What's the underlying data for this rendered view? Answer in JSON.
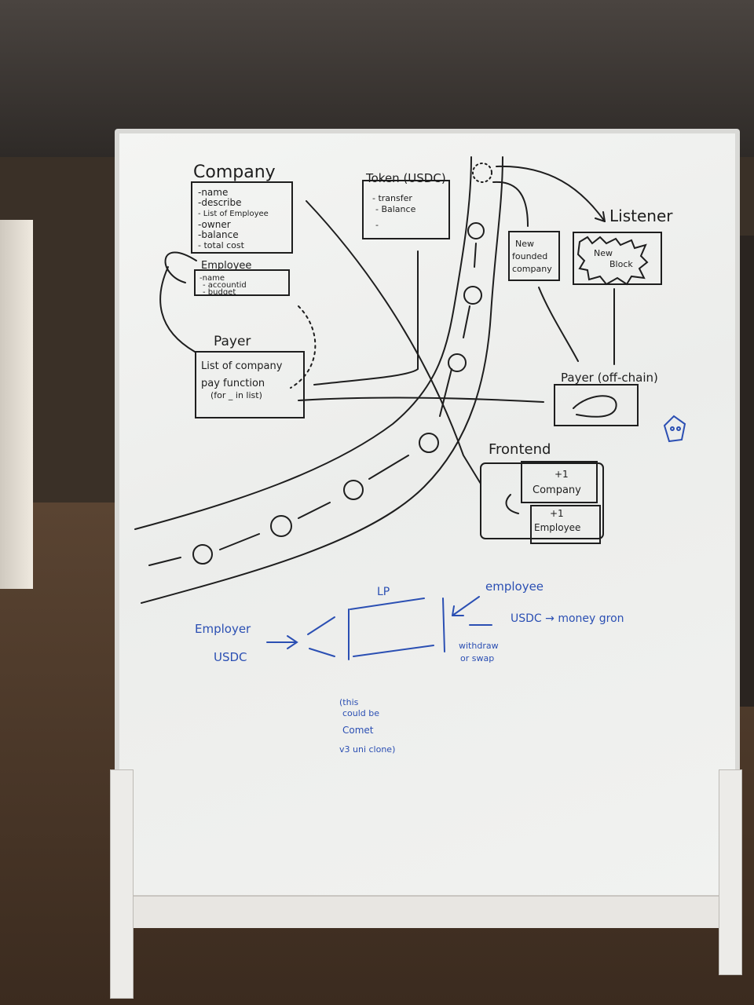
{
  "whiteboard": {
    "company": {
      "title": "Company",
      "fields": [
        "-name",
        "-describe",
        "- List of Employee",
        "-owner",
        "-balance",
        "- total cost"
      ]
    },
    "employee": {
      "title": "Employee",
      "fields": [
        "-name",
        "- accountid",
        "- budget"
      ]
    },
    "payer": {
      "title": "Payer",
      "lines": [
        "List of company",
        "pay function",
        "(for _ in list)"
      ]
    },
    "token": {
      "title": "Token (USDC)",
      "fields": [
        "- transfer",
        "- Balance",
        "-"
      ]
    },
    "new_founded": [
      "New",
      "founded",
      "company"
    ],
    "listener": {
      "title": "Listener",
      "block_lines": [
        "New",
        "Block"
      ]
    },
    "payer_offchain": "Payer (off-chain)",
    "frontend": {
      "title": "Frontend",
      "card1": [
        "+1",
        "Company"
      ],
      "card2": [
        "+1",
        "Employee"
      ]
    },
    "lp": {
      "title": "LP",
      "employer": "Employer",
      "usdc_in": "USDC",
      "employee": "employee",
      "usdc_out": "USDC → money gron",
      "withdraw": [
        "withdraw",
        "or swap"
      ],
      "note": [
        "(this",
        "could be",
        "Comet",
        "v3 uni clone)"
      ]
    }
  },
  "colors": {
    "black_ink": "#1e1e1e",
    "blue_ink": "#2b4fb3",
    "board": "#f2f3f1"
  }
}
